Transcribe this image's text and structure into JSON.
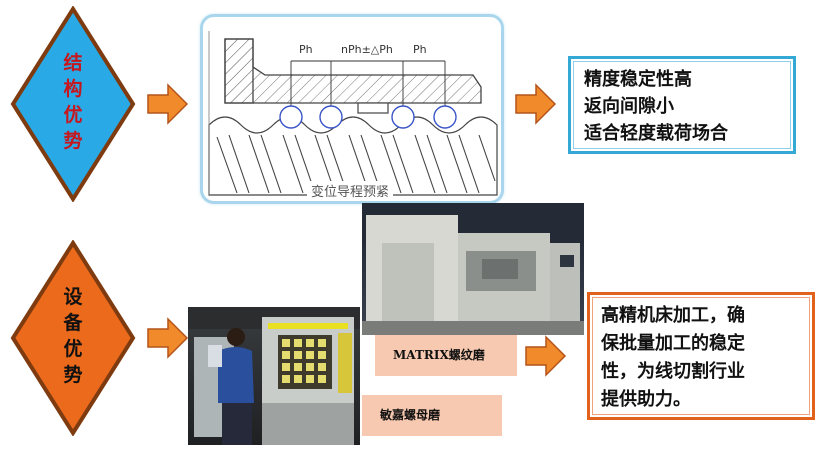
{
  "row1": {
    "diamond_chars": [
      "结",
      "构",
      "优",
      "势"
    ],
    "diagram": {
      "dim_left": "Ph",
      "dim_mid": "nPh±△Ph",
      "dim_right": "Ph",
      "caption": "变位导程预紧"
    },
    "result_lines": [
      "精度稳定性高",
      "返向间隙小",
      "适合轻度载荷场合"
    ]
  },
  "row2": {
    "diamond_chars": [
      "设",
      "备",
      "优",
      "势"
    ],
    "caption_top": "MATRIX螺纹磨",
    "caption_bottom": "敏嘉螺母磨",
    "result_lines": [
      "高精机床加工，确",
      "保批量加工的稳定",
      "性，为线切割行业",
      "提供助力。"
    ]
  },
  "colors": {
    "diamond_top_fill": "#29a9e6",
    "diamond_bottom_fill": "#ec6a1b",
    "diamond_border": "#7f3b10",
    "arrow_fill": "#f08a2a",
    "arrow_stroke": "#b4541a",
    "top_box_border": "#35a9d6",
    "bottom_box_border": "#e2621c",
    "caption_fill": "#f7c9b0"
  }
}
